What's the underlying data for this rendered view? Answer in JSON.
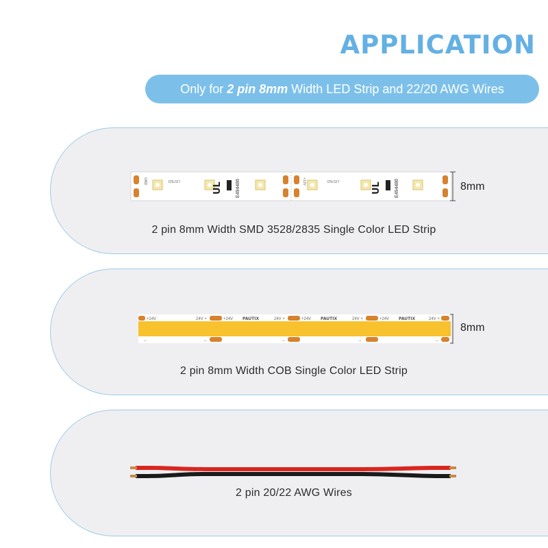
{
  "header": {
    "title": "APPLICATION",
    "subtitle": {
      "prefix": "Only for ",
      "emphasis": "2 pin 8mm",
      "suffix": " Width LED Strip and 22/20 AWG Wires"
    }
  },
  "panels": [
    {
      "caption": "2 pin 8mm Width SMD 3528/2835 Single Color LED Strip",
      "dimension": "8mm",
      "strip_markings": {
        "cert": "E494486",
        "listed": "LISTED",
        "gnd": "GND",
        "plus": "+12V"
      }
    },
    {
      "caption": "2 pin 8mm Width COB Single Color LED Strip",
      "dimension": "8mm",
      "strip_markings": {
        "brand": "PAUTIX",
        "plus": "+24V",
        "plus_alt": "24V +",
        "minus": "–"
      }
    },
    {
      "caption": "2 pin 20/22 AWG Wires"
    }
  ],
  "colors": {
    "accent": "#64b0e4",
    "pill": "#7cc0ea",
    "panel_bg": "#efeff2",
    "panel_border": "#9ccbe9",
    "cob_yellow": "#f7c22d",
    "pad_copper": "#d6822f",
    "wire_red": "#d8261f",
    "wire_black": "#1a1a1a"
  }
}
